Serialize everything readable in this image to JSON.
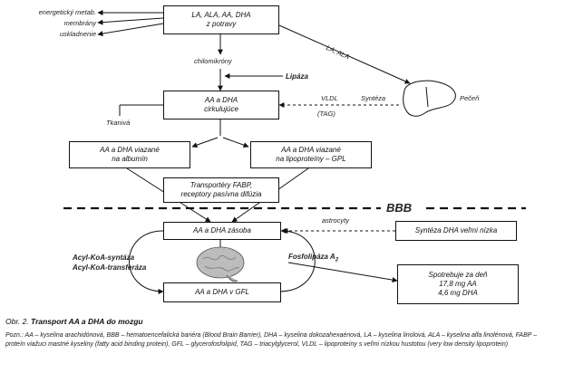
{
  "boxes": {
    "top": [
      "LA, ALA, AA, DHA",
      "z potravy"
    ],
    "circ": [
      "AA a DHA",
      "cirkulujúce"
    ],
    "albumin": [
      "AA a DHA viazané",
      "na albumín"
    ],
    "lipo": [
      "AA a DHA viazané",
      "na lipoproteíny – GPL"
    ],
    "transp": [
      "Transportéry FABP,",
      "receptory pasívna difúzia"
    ],
    "pool": "AA a DHA zásoba",
    "synth": "Syntéza DHA veľmi nízka",
    "gfl": "AA a DHA v GFL",
    "consume": [
      "Spotrebuje za deň",
      "17,8 mg AA",
      "4,6 mg DHA"
    ]
  },
  "labels": {
    "energy": [
      "energetický metab.",
      "membrány",
      "uskladnenie"
    ],
    "chylo": "chilomikróny",
    "lipaza": "Lipáza",
    "tissue": "Tkanivá",
    "la_ala": "LA, ALA",
    "synteza": "Syntéza",
    "liver": "Pečeň",
    "vldl": "VLDL",
    "tag": "(TAG)",
    "bbb": "BBB",
    "astro": "astrocyty",
    "acyl1": "Acyl-KoA-syntáza",
    "acyl2": "Acyl-KoA-transferáza",
    "fosfo": "Fosfolipáza A",
    "fosfo_sub": "2"
  },
  "caption": {
    "prefix": "Obr. 2. ",
    "title": "Transport AA a DHA do mozgu"
  },
  "note": "Pozn.: AA – kyselina arachidónová, BBB – hematoencefalická bariéra (Blood Brain Barrier), DHA – kyselina dokozahexaénová, LA – kyselina linolová, ALA – kyselina alfa linolénová, FABP – proteín viažuci mastné kyseliny (fatty acid binding protein), GFL – glycerofosfolipid, TAG – triacylglycerol, VLDL – lipoproteíny s veľmi nízkou hustotou (very low density lipoprotein)"
}
